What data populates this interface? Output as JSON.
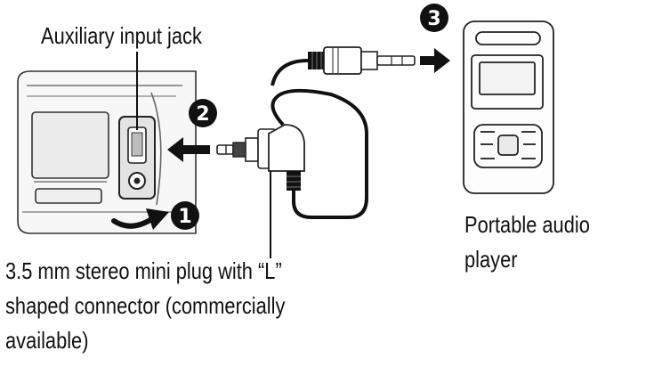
{
  "labels": {
    "aux_jack": "Auxiliary input jack",
    "plug_line1": "3.5 mm stereo mini plug with “L”",
    "plug_line2": "shaped connector (commercially",
    "plug_line3": "available)",
    "player_line1": "Portable audio",
    "player_line2": "player"
  },
  "steps": [
    {
      "number": "1",
      "icon": "rotate-arrow-icon"
    },
    {
      "number": "2",
      "icon": "insert-arrow-icon"
    },
    {
      "number": "3",
      "icon": "connect-arrow-icon"
    }
  ]
}
